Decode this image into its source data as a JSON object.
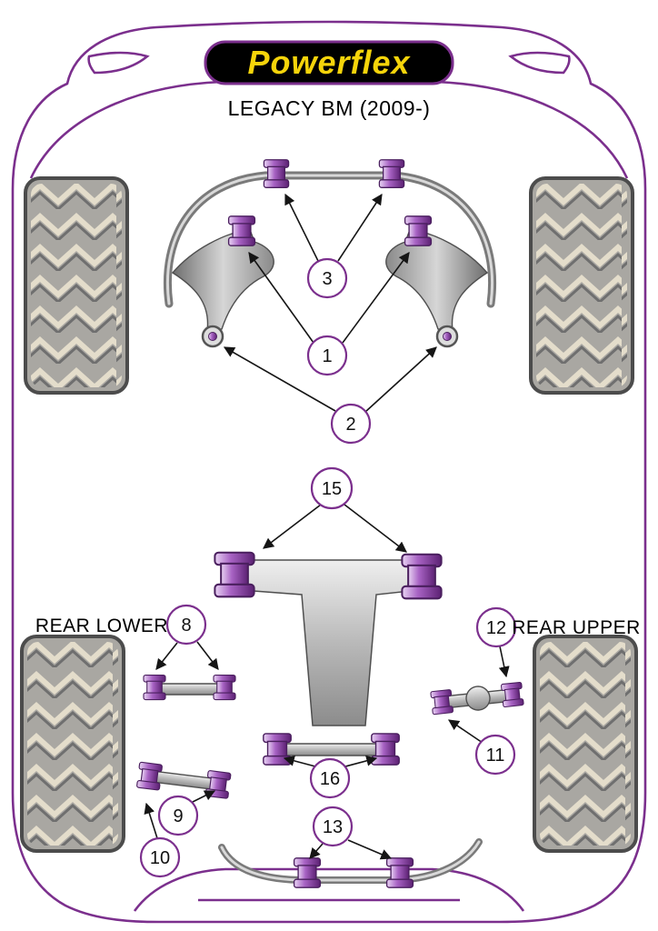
{
  "logo": {
    "text": "Powerflex"
  },
  "title": "LEGACY BM (2009-)",
  "labels": {
    "rear_lower": "REAR LOWER",
    "rear_upper": "REAR UPPER"
  },
  "callouts": {
    "c1": "1",
    "c2": "2",
    "c3": "3",
    "c8": "8",
    "c9": "9",
    "c10": "10",
    "c11": "11",
    "c12": "12",
    "c13": "13",
    "c15": "15",
    "c16": "16"
  },
  "colors": {
    "outline_purple": "#7b2f8d",
    "bushing_purple": "#a863c4",
    "bushing_dark": "#5c2173",
    "logo_bg": "#000000",
    "logo_text": "#f5d40a",
    "part_gray": "#9a9a9a",
    "tire_gray": "#a9a7a2",
    "tread_light": "#e4ddcb"
  }
}
